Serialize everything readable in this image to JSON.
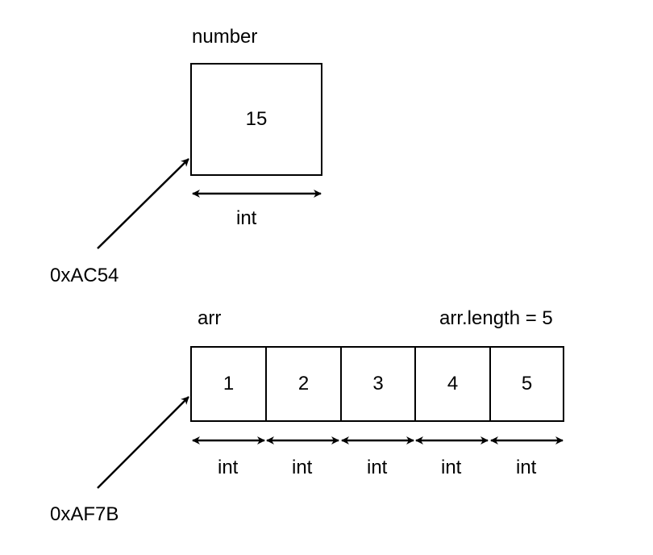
{
  "number_block": {
    "name": "number",
    "value": "15",
    "type": "int",
    "address": "0xAC54"
  },
  "array_block": {
    "name": "arr",
    "length_label": "arr.length = 5",
    "cells": [
      "1",
      "2",
      "3",
      "4",
      "5"
    ],
    "types": [
      "int",
      "int",
      "int",
      "int",
      "int"
    ],
    "address": "0xAF7B"
  }
}
